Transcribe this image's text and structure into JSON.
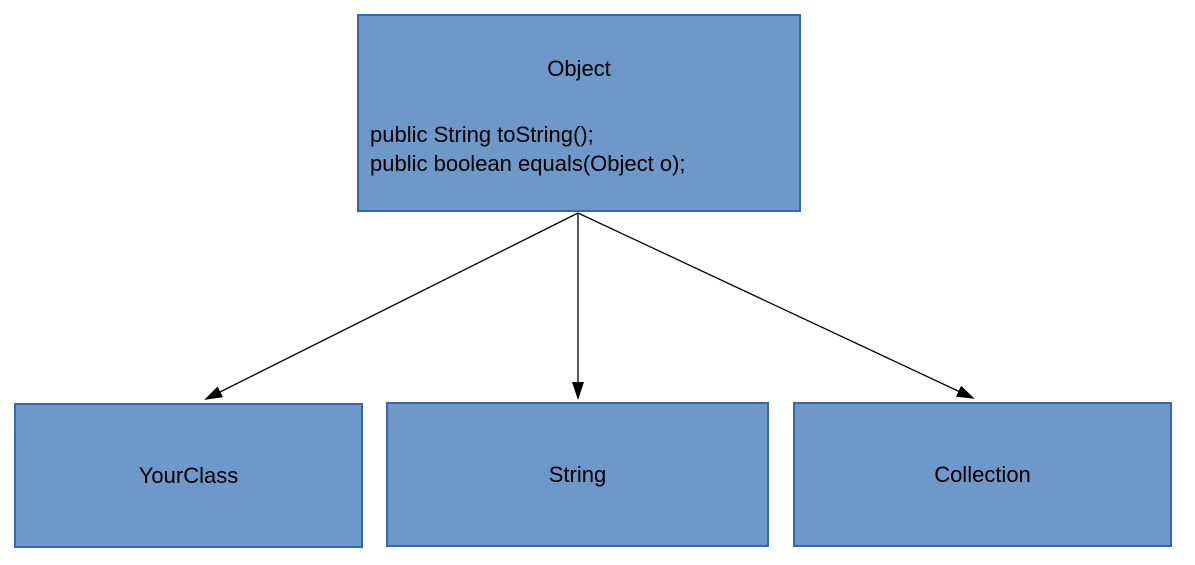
{
  "diagram": {
    "kind": "class-hierarchy",
    "colors": {
      "box_fill": "#6e98ca",
      "box_border": "#3a66ac",
      "arrow": "#000000",
      "background": "#ffffff",
      "text": "#000000"
    },
    "nodes": {
      "object": {
        "title": "Object",
        "methods": [
          "public String toString();",
          "public boolean equals(Object o);"
        ]
      },
      "yourclass": {
        "label": "YourClass"
      },
      "string": {
        "label": "String"
      },
      "collection": {
        "label": "Collection"
      }
    },
    "edges": [
      {
        "from": "Object",
        "to": "YourClass"
      },
      {
        "from": "Object",
        "to": "String"
      },
      {
        "from": "Object",
        "to": "Collection"
      }
    ]
  }
}
